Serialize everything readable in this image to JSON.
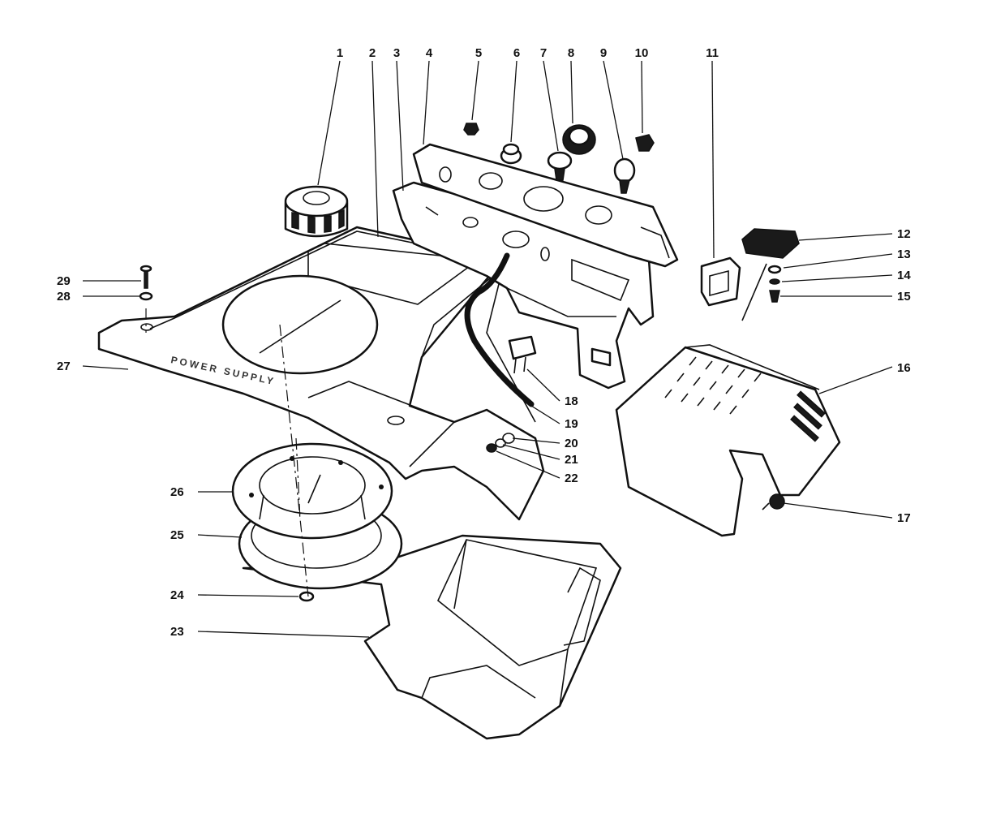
{
  "diagram": {
    "stencil_text": "POWER SUPPLY",
    "callouts": [
      {
        "id": "1",
        "label": "1"
      },
      {
        "id": "2",
        "label": "2"
      },
      {
        "id": "3",
        "label": "3"
      },
      {
        "id": "4",
        "label": "4"
      },
      {
        "id": "5",
        "label": "5"
      },
      {
        "id": "6",
        "label": "6"
      },
      {
        "id": "7",
        "label": "7"
      },
      {
        "id": "8",
        "label": "8"
      },
      {
        "id": "9",
        "label": "9"
      },
      {
        "id": "10",
        "label": "10"
      },
      {
        "id": "11",
        "label": "11"
      },
      {
        "id": "12",
        "label": "12"
      },
      {
        "id": "13",
        "label": "13"
      },
      {
        "id": "14",
        "label": "14"
      },
      {
        "id": "15",
        "label": "15"
      },
      {
        "id": "16",
        "label": "16"
      },
      {
        "id": "17",
        "label": "17"
      },
      {
        "id": "18",
        "label": "18"
      },
      {
        "id": "19",
        "label": "19"
      },
      {
        "id": "20",
        "label": "20"
      },
      {
        "id": "21",
        "label": "21"
      },
      {
        "id": "22",
        "label": "22"
      },
      {
        "id": "23",
        "label": "23"
      },
      {
        "id": "24",
        "label": "24"
      },
      {
        "id": "25",
        "label": "25"
      },
      {
        "id": "26",
        "label": "26"
      },
      {
        "id": "27",
        "label": "27"
      },
      {
        "id": "28",
        "label": "28"
      },
      {
        "id": "29",
        "label": "29"
      }
    ]
  }
}
